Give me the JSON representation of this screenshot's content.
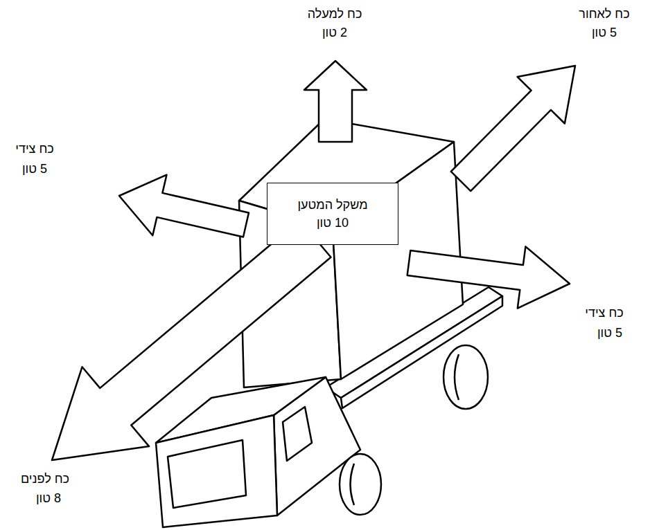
{
  "diagram": {
    "nodes": [
      {
        "text": [
          "משקל המטען 10 טון"
        ]
      }
    ],
    "labels": [
      "כח למעלה",
      "2 טון",
      "כח לאחור",
      "5 טון",
      "כח צידי",
      "5 טון",
      "כח צידי",
      "5 טון",
      "כח לפנים",
      "8 טון"
    ]
  }
}
